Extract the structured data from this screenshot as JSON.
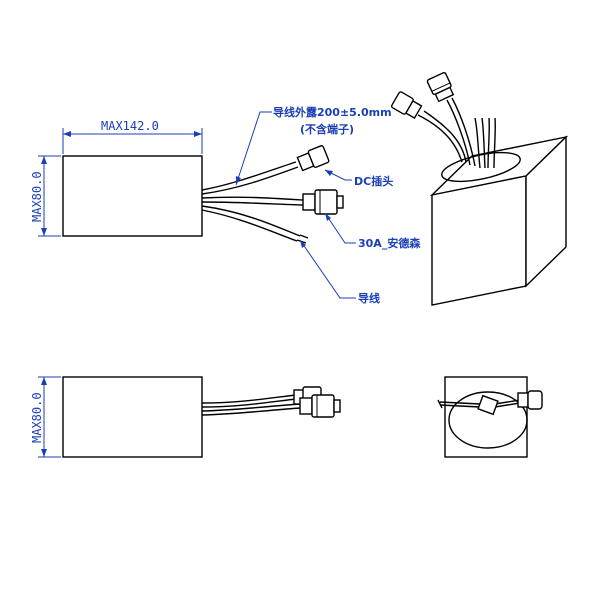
{
  "dimensions": {
    "top_length": "MAX142.0",
    "top_height": "MAX80.0",
    "side_height": "MAX80.0"
  },
  "labels": {
    "lead_exposed": "导线外露200±5.0mm",
    "no_terminal": "(不含端子)",
    "dc_plug": "DC插头",
    "connector": "30A_安德森",
    "wire": "导线"
  },
  "colors": {
    "annotation": "#1a3fb5",
    "outline": "#000000"
  }
}
